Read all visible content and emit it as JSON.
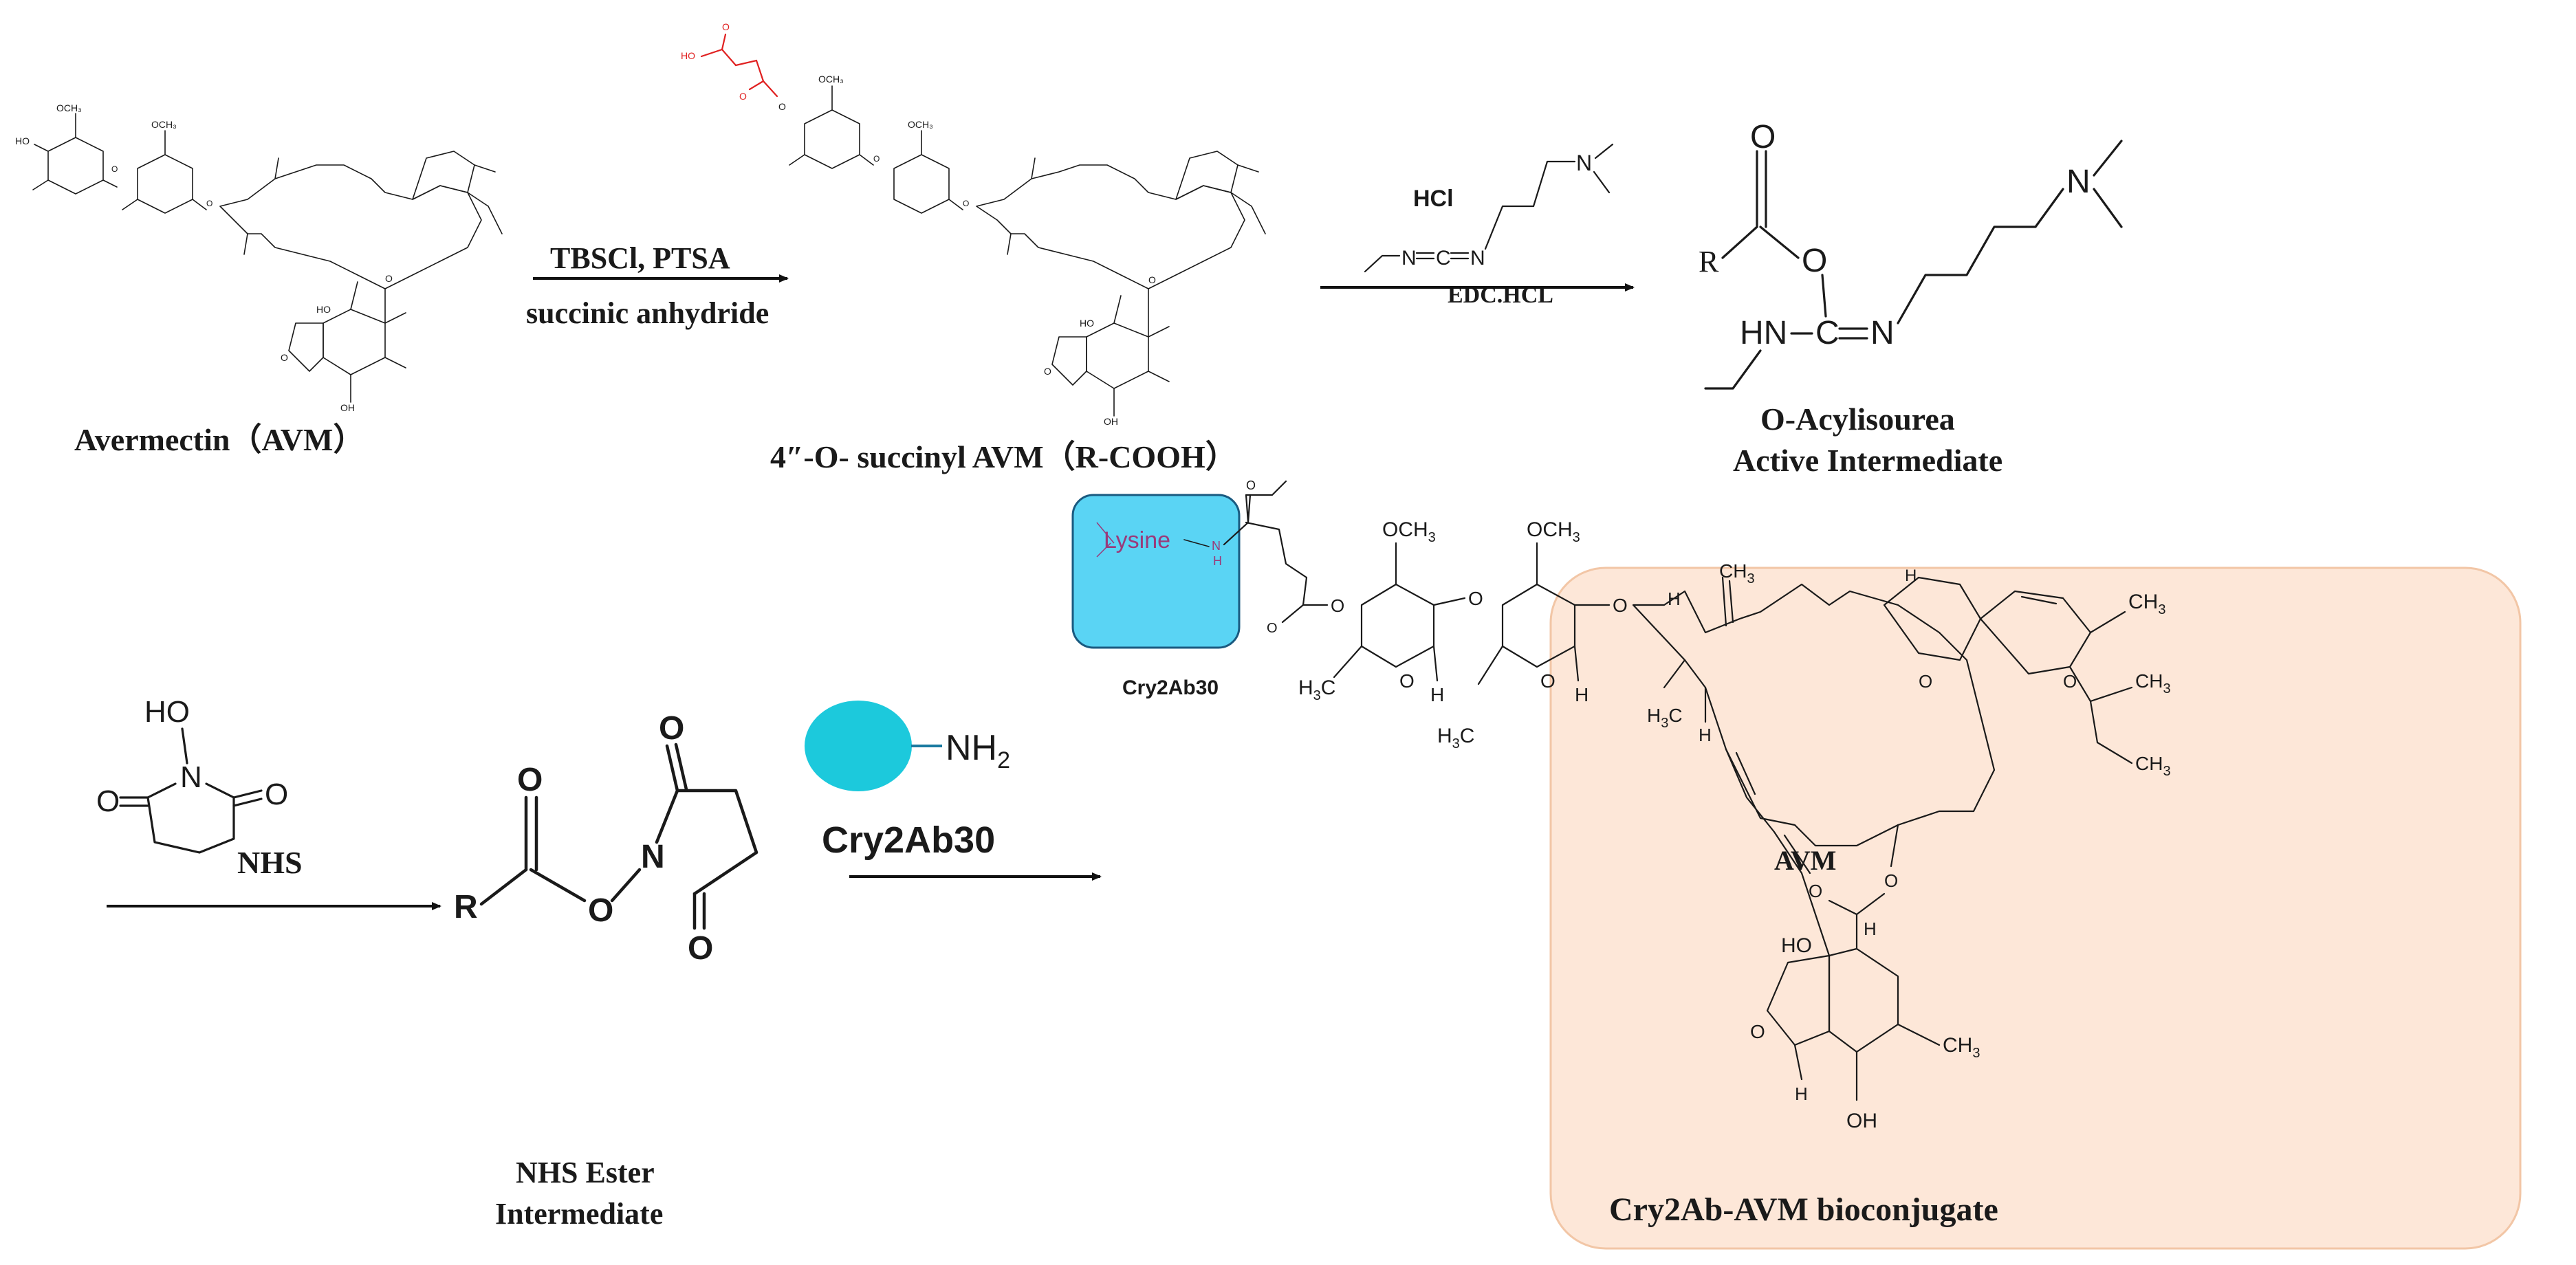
{
  "colors": {
    "ink": "#1a1a1a",
    "succinyl_red": "#e02020",
    "protein_blue": "#5ad4f4",
    "protein_blue_border": "#1a5a80",
    "protein_teal": "#1cc9dc",
    "panel_fill": "#fde7d8",
    "panel_border": "#f2c6a6",
    "lysine_text": "#9a3a7a"
  },
  "compounds": {
    "avermectin_label": "Avermectin（AVM）",
    "succinyl_label": "4″-O- succinyl AVM（R-COOH）",
    "acylisourea_line1": "O-Acylisourea",
    "acylisourea_line2": "Active Intermediate",
    "nhs_ester_line1": "NHS Ester",
    "nhs_ester_line2": "Intermediate",
    "bioconjugate_label": "Cry2Ab-AVM bioconjugate",
    "avm_core_label": "AVM"
  },
  "reagents": {
    "step1_line1": "TBSCl, PTSA",
    "step1_line2": "succinic anhydride",
    "edc_hcl_top": "HCl",
    "edc_label": "EDC.HCL",
    "nhs_label": "NHS",
    "cry2ab30_reagent": "Cry2Ab30",
    "nh2_label": "NH",
    "nh2_sub": "2"
  },
  "protein_box": {
    "lysine": "Lysine",
    "name": "Cry2Ab30"
  },
  "atoms": {
    "O": "O",
    "N": "N",
    "R": "R",
    "HN": "HN",
    "C": "C",
    "H": "H",
    "HO": "HO",
    "OH": "OH",
    "OCH3": "OCH",
    "CH3": "CH",
    "H3C": "H",
    "three": "3",
    "tiny_OCH3": "OCH₃",
    "tiny_HO": "HO",
    "tiny_OH": "OH"
  }
}
